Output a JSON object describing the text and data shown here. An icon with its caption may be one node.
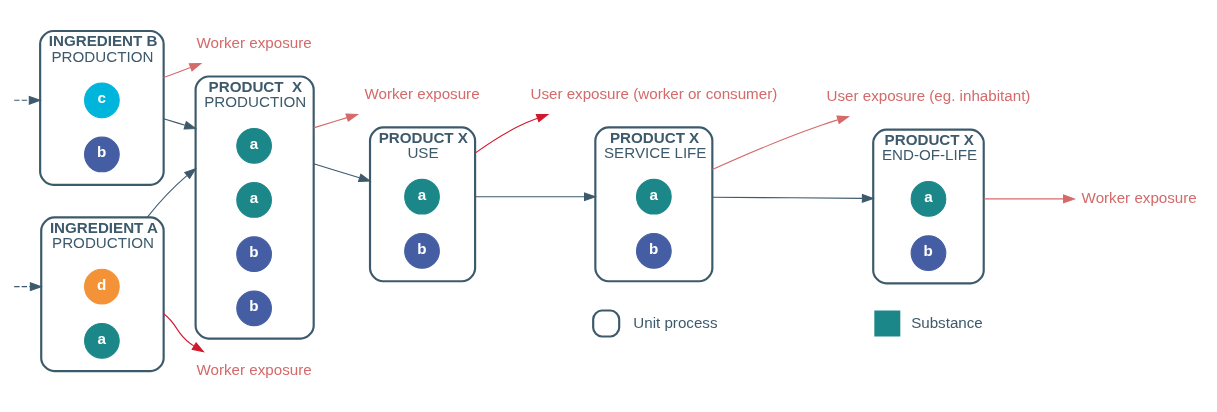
{
  "diagram": {
    "nodes": [
      {
        "text": [
          "Worker exposure"
        ]
      },
      {
        "text": [
          "Worker exposure"
        ]
      },
      {
        "text": [
          "User exposure (worker or consumer)"
        ]
      },
      {
        "text": [
          "User exposure (eg. inhabitant)"
        ]
      },
      {
        "text": [
          "Worker exposure"
        ]
      },
      {
        "text": [
          "INGREDIENT A",
          "PRODUCTION"
        ]
      },
      {
        "text": [
          "d"
        ],
        "in": 5
      },
      {
        "text": [
          "a"
        ],
        "in": 5
      },
      {
        "text": [
          "PRODUCT  X",
          "PRODUCTION"
        ]
      },
      {
        "text": [
          "a"
        ],
        "in": 8
      },
      {
        "text": [
          "a"
        ],
        "in": 8
      },
      {
        "text": [
          "b"
        ],
        "in": 8
      },
      {
        "text": [
          "b"
        ],
        "in": 8
      },
      {
        "text": [
          "PRODUCT X",
          "USE"
        ]
      },
      {
        "text": [
          "a"
        ],
        "in": 13
      },
      {
        "text": [
          "b"
        ],
        "in": 13
      },
      {
        "text": [
          "PRODUCT X",
          "SERVICE LIFE"
        ]
      },
      {
        "text": [
          "a"
        ],
        "in": 16
      },
      {
        "text": [
          "b"
        ],
        "in": 16
      },
      {
        "text": [
          "PRODUCT X",
          "END-OF-LIFE"
        ]
      },
      {
        "text": [
          "a"
        ],
        "in": 19
      },
      {
        "text": [
          "b"
        ],
        "in": 19
      },
      {
        "text": [
          "Worker exposure"
        ]
      },
      {
        "text": [
          "INGREDIENT B",
          "PRODUCTION"
        ]
      },
      {
        "text": [
          "c"
        ],
        "in": 23
      },
      {
        "text": [
          "b"
        ],
        "in": 23
      }
    ],
    "edges": [
      {
        "from": null,
        "to": 5,
        "arrow": "to",
        "style": "dashed"
      },
      {
        "from": null,
        "to": 23,
        "arrow": "to",
        "style": "dashed"
      },
      {
        "from": 5,
        "to": 0,
        "arrow": "to",
        "color": "#d0182f"
      },
      {
        "from": 23,
        "to": 22,
        "arrow": "to",
        "color": "#d46a6a"
      },
      {
        "from": 5,
        "to": 8,
        "arrow": "to"
      },
      {
        "from": 23,
        "to": 8,
        "arrow": "to"
      },
      {
        "from": 8,
        "to": 1,
        "arrow": "to",
        "color": "#d46a6a"
      },
      {
        "from": 8,
        "to": 13,
        "arrow": "to"
      },
      {
        "from": 13,
        "to": 2,
        "arrow": "to",
        "color": "#d0182f"
      },
      {
        "from": 13,
        "to": 16,
        "arrow": "to"
      },
      {
        "from": 16,
        "to": 3,
        "arrow": "to",
        "color": "#d46a6a"
      },
      {
        "from": 16,
        "to": 19,
        "arrow": "to"
      },
      {
        "from": 19,
        "to": 4,
        "arrow": "to",
        "color": "#d46a6a"
      }
    ],
    "legend": [
      {
        "text": "Unit process"
      },
      {
        "text": "Substance",
        "color": "#1b8789"
      }
    ]
  }
}
